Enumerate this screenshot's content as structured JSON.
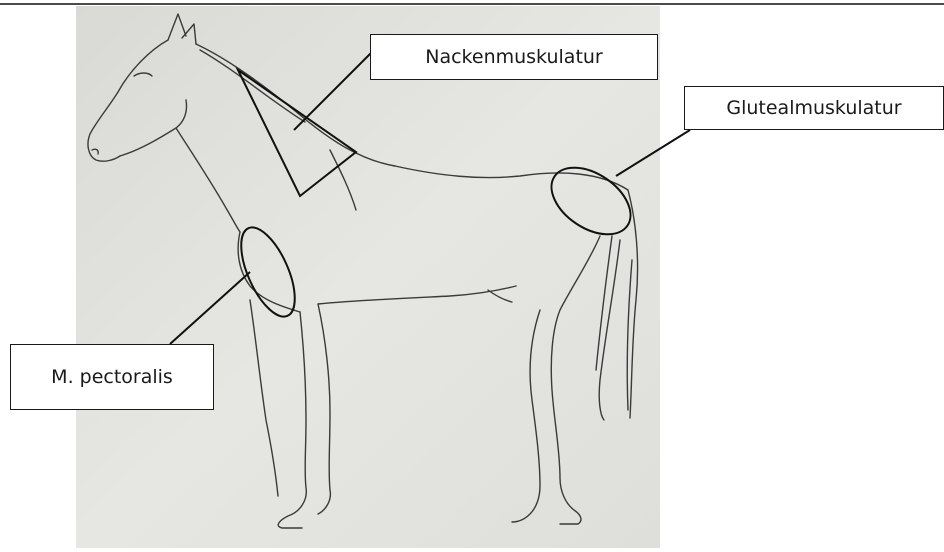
{
  "diagram": {
    "labels": {
      "neck": "Nackenmuskulatur",
      "gluteal": "Glutealmuskulatur",
      "pectoral": "M. pectoralis"
    },
    "colors": {
      "paper": "#e2e2de",
      "pencil": "#3a3a3a",
      "ink": "#111111"
    }
  }
}
